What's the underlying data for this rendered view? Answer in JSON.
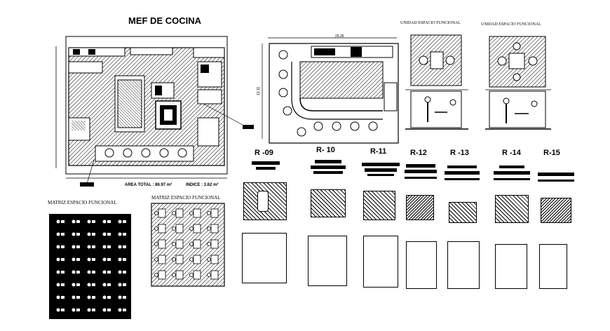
{
  "main_plan": {
    "title": "MEF DE COCINA",
    "area_total": "AREA TOTAL : 86.97 m²",
    "indice": "INDICE : 3.62 m²"
  },
  "matriz_left": {
    "title": "MATRIZ ESPACIO FUNCIONAL"
  },
  "matriz_mid": {
    "title": "MATRIZ ESPACIO FUNCIONAL"
  },
  "counter_plan": {
    "dim_top": "25.26",
    "dim_side": "13.11"
  },
  "unidad_1": {
    "title": "UNIDAD ESPACIO FUNCIONAL"
  },
  "unidad_2": {
    "title": "UNIDAD ESPACIO FUNCIONAL"
  },
  "modules": [
    {
      "label": "R -09"
    },
    {
      "label": "R- 10"
    },
    {
      "label": "R-11"
    },
    {
      "label": "R-12"
    },
    {
      "label": "R -13"
    },
    {
      "label": "R -14"
    },
    {
      "label": "R-15"
    }
  ]
}
